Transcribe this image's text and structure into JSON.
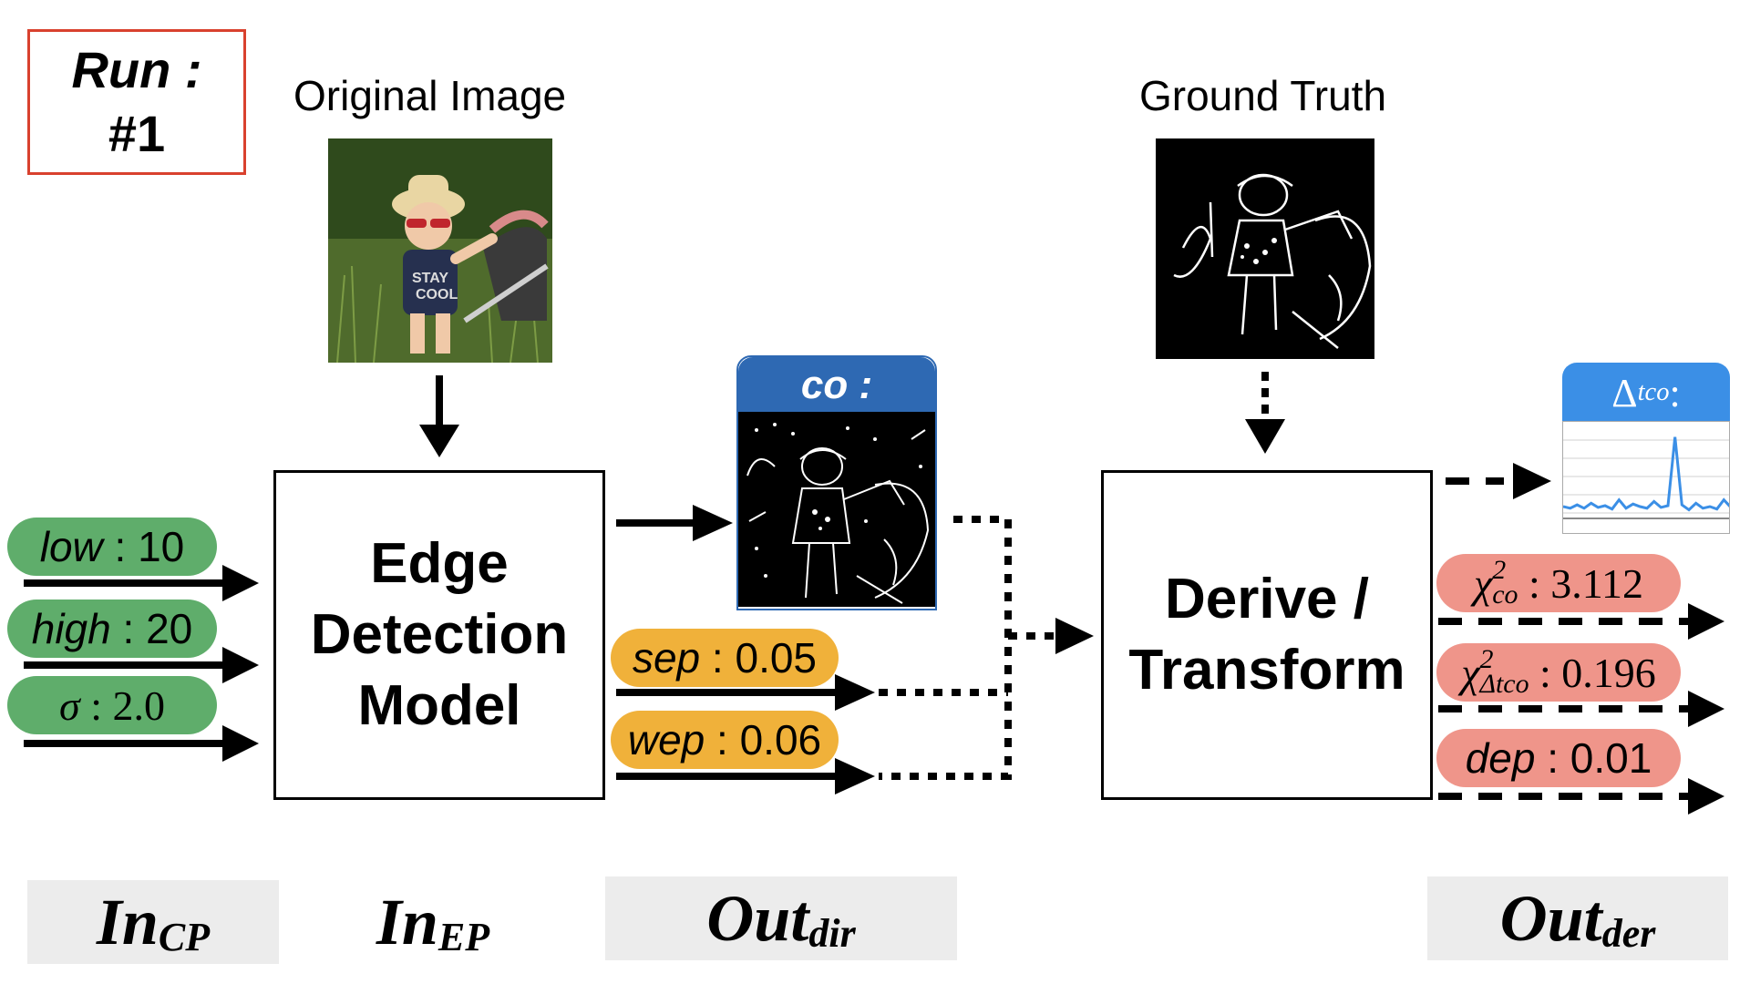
{
  "run": {
    "line1": "Run :",
    "line2": "#1"
  },
  "headings": {
    "original": "Original Image",
    "ground_truth": "Ground Truth"
  },
  "models": {
    "edge": [
      "Edge",
      "Detection",
      "Model"
    ],
    "derive": [
      "Derive /",
      "Transform"
    ]
  },
  "inputs_cp": [
    {
      "var": "low",
      "value": "10"
    },
    {
      "var": "high",
      "value": "20"
    },
    {
      "var": "σ",
      "value": "2.0"
    }
  ],
  "outputs_dir": {
    "co_label": "co :",
    "sep": {
      "var": "sep",
      "value": "0.05"
    },
    "wep": {
      "var": "wep",
      "value": "0.06"
    }
  },
  "outputs_der": {
    "dtco_label": {
      "symbol": "Δ",
      "sub": "tco",
      "suffix": " :"
    },
    "chi_co": {
      "symbol": "χ",
      "sup": "2",
      "sub": "co",
      "value": "3.112"
    },
    "chi_dtco": {
      "symbol": "χ",
      "sup": "2",
      "sub": "Δtco",
      "value": "0.196"
    },
    "dep": {
      "var": "dep",
      "value": "0.01"
    }
  },
  "bottom_labels": {
    "incp": {
      "main": "In",
      "sub": "CP"
    },
    "inep": {
      "main": "In",
      "sub": "EP"
    },
    "outdir": {
      "main": "Out",
      "sub": "dir"
    },
    "outder": {
      "main": "Out",
      "sub": "der"
    }
  },
  "colors": {
    "run_border": "#d9412e",
    "input_pill": "#5fad6b",
    "output_dir_pill": "#f0b13a",
    "output_der_pill": "#ef958a",
    "co_header": "#2e69b3",
    "dtco_header": "#3b8fe6"
  },
  "dtco_series": [
    0.12,
    0.1,
    0.14,
    0.1,
    0.16,
    0.11,
    0.13,
    0.09,
    0.2,
    0.1,
    0.15,
    0.12,
    0.1,
    0.18,
    0.11,
    0.13,
    0.95,
    0.14,
    0.08,
    0.16,
    0.1,
    0.12,
    0.09,
    0.2,
    0.11
  ]
}
